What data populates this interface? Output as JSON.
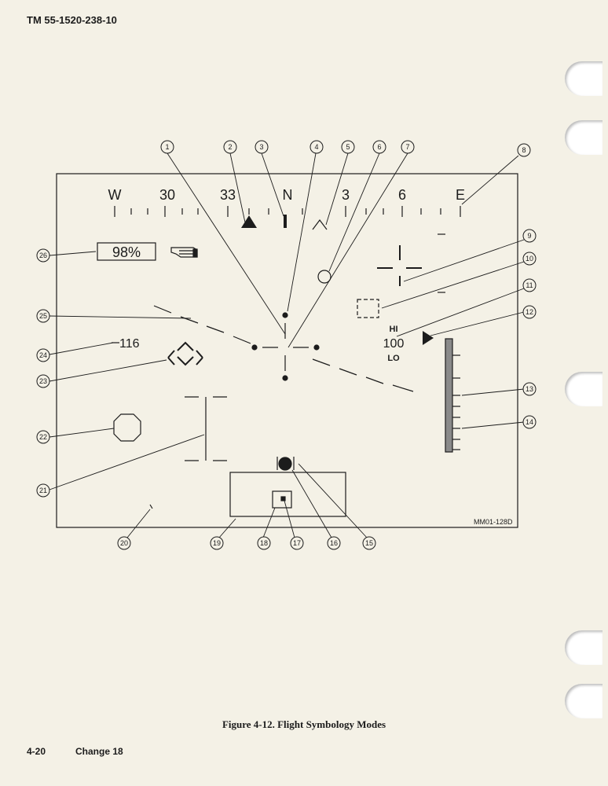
{
  "header": {
    "doc_number": "TM 55-1520-238-10"
  },
  "footer": {
    "page_number": "4-20",
    "change": "Change 18"
  },
  "figure": {
    "caption": "Figure 4-12. Flight Symbology Modes",
    "drawing_id": "MM01-128D",
    "heading_labels": [
      "W",
      "30",
      "33",
      "N",
      "3",
      "6",
      "E"
    ],
    "percent_readout": "98%",
    "speed_readout": "116",
    "altitude_hi": "HI",
    "altitude_value": "100",
    "altitude_lo": "LO",
    "callouts": [
      "1",
      "2",
      "3",
      "4",
      "5",
      "6",
      "7",
      "8",
      "9",
      "10",
      "11",
      "12",
      "13",
      "14",
      "15",
      "16",
      "17",
      "18",
      "19",
      "20",
      "21",
      "22",
      "23",
      "24",
      "25",
      "26"
    ]
  }
}
